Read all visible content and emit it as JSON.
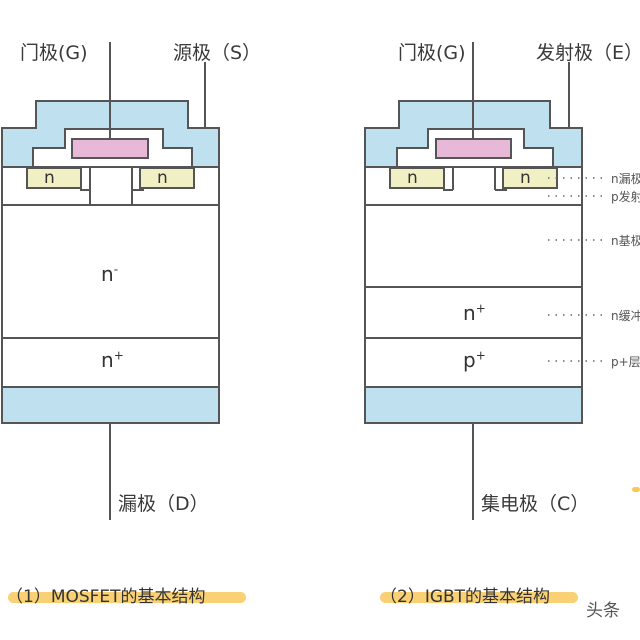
{
  "mosfet": {
    "gate_label": "门极(G)",
    "source_label": "源极（S）",
    "drain_label": "漏极（D）",
    "n_left": "n",
    "n_right": "n",
    "layer_n_minus": "n",
    "layer_n_minus_sup": "-",
    "layer_n_plus": "n",
    "layer_n_plus_sup": "+",
    "caption": "（1）MOSFET的基本结构"
  },
  "igbt": {
    "gate_label": "门极(G)",
    "emitter_label": "发射极（E）",
    "collector_label": "集电极（C）",
    "n_left": "n",
    "n_right": "n",
    "layer_n_plus": "n",
    "layer_n_plus_sup": "+",
    "layer_p_plus": "p",
    "layer_p_plus_sup": "+",
    "caption": "（2）IGBT的基本结构",
    "annotations": [
      "n漏极",
      "p发射",
      "n基极",
      "n缓冲",
      "p+层"
    ]
  },
  "watermark": "头条",
  "colors": {
    "oxide_blue": "#bfe0ee",
    "gate_pink": "#e8b8d8",
    "n_yellow": "#f1f0c4",
    "outline": "#555555",
    "highlight": "#f8c85a"
  }
}
